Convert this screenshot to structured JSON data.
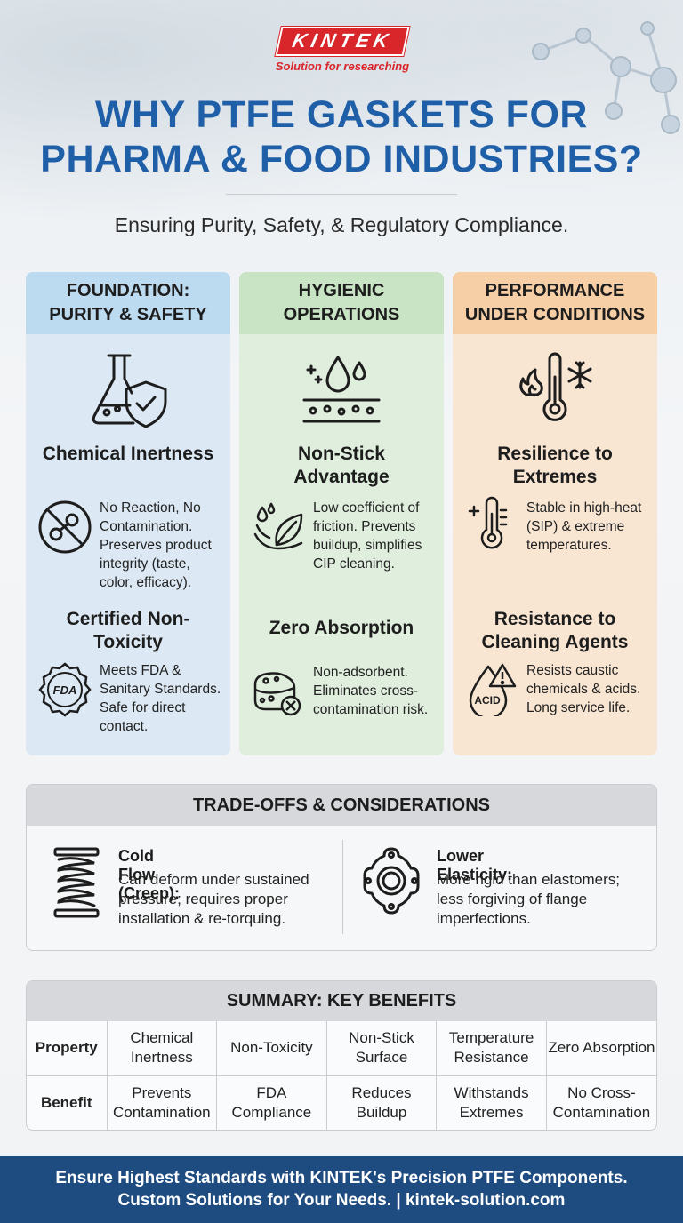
{
  "brand": {
    "logo_text": "KINTEK",
    "tagline": "Solution for researching",
    "accent": "#d9262a"
  },
  "header": {
    "title_line1": "WHY PTFE GASKETS FOR",
    "title_line2": "PHARMA & FOOD INDUSTRIES?",
    "subtitle": "Ensuring Purity, Safety, & Regulatory Compliance.",
    "title_color": "#1f5fa8"
  },
  "columns": [
    {
      "heading_line1": "FOUNDATION:",
      "heading_line2": "PURITY & SAFETY",
      "icon": "flask-shield-icon",
      "features": [
        {
          "title": "Chemical Inertness",
          "icon": "no-contamination-icon",
          "text": "No Reaction, No Contamination. Preserves product integrity (taste, color, efficacy)."
        },
        {
          "title": "Certified Non-Toxicity",
          "icon": "fda-seal-icon",
          "icon_text": "FDA",
          "text": "Meets FDA & Sanitary Standards. Safe for direct contact."
        }
      ]
    },
    {
      "heading_line1": "HYGIENIC",
      "heading_line2": "OPERATIONS",
      "icon": "droplets-surface-icon",
      "features": [
        {
          "title": "Non-Stick Advantage",
          "icon": "leaf-droplet-icon",
          "text": "Low coefficient of friction. Prevents buildup, simplifies CIP cleaning."
        },
        {
          "title": "Zero Absorption",
          "icon": "sponge-icon",
          "text": "Non-adsorbent. Eliminates cross-contamination risk."
        }
      ]
    },
    {
      "heading_line1": "PERFORMANCE",
      "heading_line2": "UNDER CONDITIONS",
      "icon": "thermometer-fire-snow-icon",
      "features": [
        {
          "title": "Resilience to Extremes",
          "icon": "thermometer-icon",
          "text": "Stable in high-heat (SIP) & extreme temperatures."
        },
        {
          "title": "Resistance to Cleaning Agents",
          "icon": "acid-drop-icon",
          "icon_text": "ACID",
          "text": "Resists caustic chemicals & acids. Long service life."
        }
      ]
    }
  ],
  "tradeoffs": {
    "heading": "TRADE-OFFS & CONSIDERATIONS",
    "items": [
      {
        "title": "Cold Flow (Creep):",
        "icon": "spring-icon",
        "text": "Can deform under sustained pressure; requires proper installation & re-torquing."
      },
      {
        "title": "Lower Elasticity:",
        "icon": "flange-gasket-icon",
        "text": "More rigid than elastomers; less forgiving of flange imperfections."
      }
    ]
  },
  "summary": {
    "heading": "SUMMARY: KEY BENEFITS",
    "row_labels": [
      "Property",
      "Benefit"
    ],
    "properties": [
      "Chemical Inertness",
      "Non-Toxicity",
      "Non-Stick Surface",
      "Temperature Resistance",
      "Zero Absorption"
    ],
    "benefits": [
      "Prevents Contamination",
      "FDA Compliance",
      "Reduces Buildup",
      "Withstands Extremes",
      "No Cross-Contamination"
    ]
  },
  "footer": {
    "line1": "Ensure Highest Standards with KINTEK's Precision PTFE Components.",
    "line2": "Custom Solutions for Your Needs. | kintek-solution.com",
    "bg": "#1e4b80"
  }
}
